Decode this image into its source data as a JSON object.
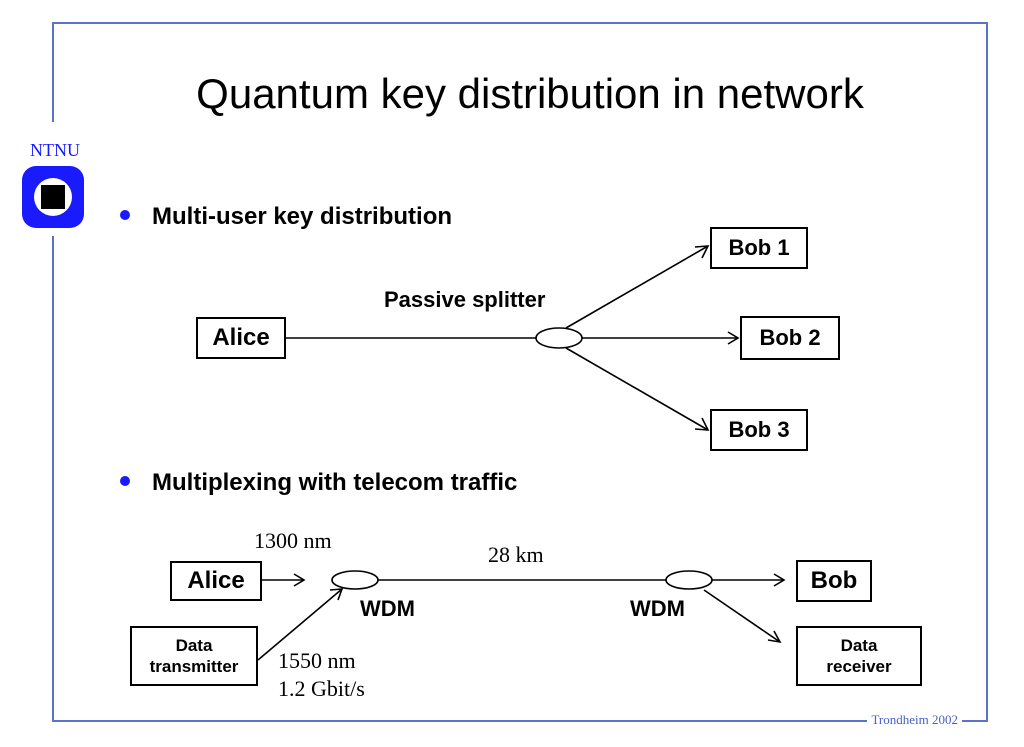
{
  "slide": {
    "title": "Quantum key distribution in network",
    "logo_text": "NTNU",
    "footer": "Trondheim 2002",
    "colors": {
      "frame": "#5a73c8",
      "accent": "#1a1aff"
    }
  },
  "section1": {
    "bullet": "Multi-user key distribution",
    "alice": "Alice",
    "splitter_label": "Passive splitter",
    "bob1": "Bob 1",
    "bob2": "Bob 2",
    "bob3": "Bob 3"
  },
  "section2": {
    "bullet": "Multiplexing with telecom traffic",
    "alice": "Alice",
    "bob": "Bob",
    "data_transmitter": "Data transmitter",
    "data_receiver": "Data receiver",
    "wdm_left": "WDM",
    "wdm_right": "WDM",
    "wavelength_quantum": "1300 nm",
    "distance": "28 km",
    "wavelength_data": "1550 nm",
    "bitrate": "1.2 Gbit/s"
  }
}
